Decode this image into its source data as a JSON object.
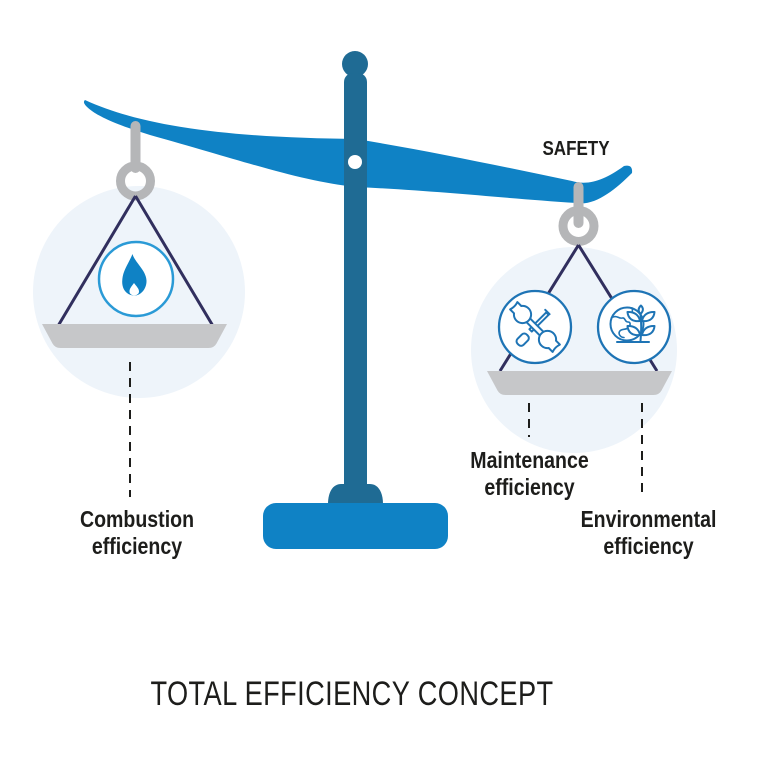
{
  "title": "TOTAL EFFICIENCY CONCEPT",
  "scale": {
    "safety_label": "SAFETY",
    "left_pan": {
      "label": "Combustion efficiency",
      "icon": "flame-icon"
    },
    "right_pan": {
      "maintenance_label": "Maintenance efficiency",
      "environmental_label": "Environmental efficiency",
      "icons": [
        "tools-icon",
        "environment-icon"
      ]
    }
  },
  "colors": {
    "c-beam": "#0f82c5",
    "c-pillar": "#1f6b94",
    "c-hook": "#b5b6b8",
    "c-pan": "#c6c7c9",
    "c-string": "#312f5e",
    "c-icon": "#1e74b5",
    "c-flame-ring": "#2a9ad6",
    "c-bg-circle": "#eef4fa",
    "c-text": "#1d1d1b"
  }
}
